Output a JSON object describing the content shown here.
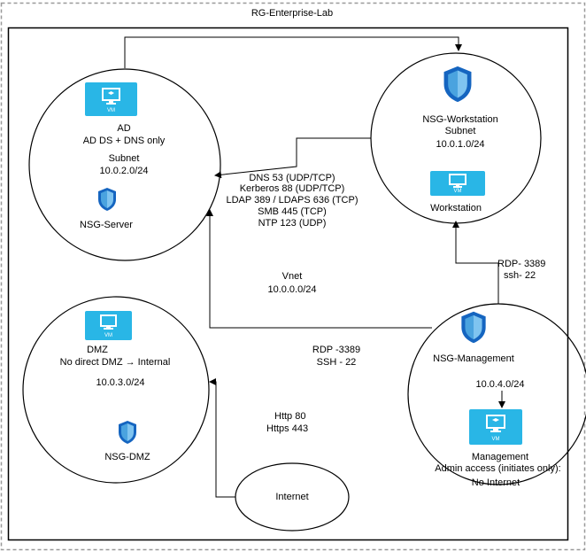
{
  "group": {
    "title": "RG-Enterprise-Lab"
  },
  "ad": {
    "name": "AD",
    "role": "AD DS + DNS only",
    "subnet_label": "Subnet",
    "subnet": "10.0.2.0/24",
    "nsg": "NSG-Server"
  },
  "workstation": {
    "nsg": "NSG-Workstation",
    "subnet_label": "Subnet",
    "subnet": "10.0.1.0/24",
    "name": "Workstation"
  },
  "dmz": {
    "name": "DMZ",
    "note": "No direct DMZ → Internal",
    "subnet": "10.0.3.0/24",
    "nsg": "NSG-DMZ"
  },
  "management": {
    "nsg": "NSG-Management",
    "subnet": "10.0.4.0/24",
    "name": "Management",
    "access": "Admin access (initiates only):",
    "internet": "No Internet"
  },
  "internet": {
    "name": "Internet"
  },
  "vnet": {
    "label": "Vnet",
    "cidr": "10.0.0.0/24"
  },
  "ports_ad": [
    "DNS 53 (UDP/TCP)",
    "Kerberos 88 (UDP/TCP)",
    "LDAP 389 / LDAPS 636 (TCP)",
    "SMB 445 (TCP)",
    "NTP 123 (UDP)"
  ],
  "ports_mgmt_ws": [
    "RDP- 3389",
    "ssh- 22"
  ],
  "ports_mgmt_ad": [
    "RDP -3389",
    "SSH - 22"
  ],
  "ports_internet": [
    "Http 80",
    "Https 443"
  ],
  "vm_badge": "VM",
  "colors": {
    "vm_blue": "#29b6e6",
    "shield_dark": "#1565c0",
    "shield_light": "#7fc4f0",
    "line": "#000000",
    "dashed_border": "#999999"
  }
}
